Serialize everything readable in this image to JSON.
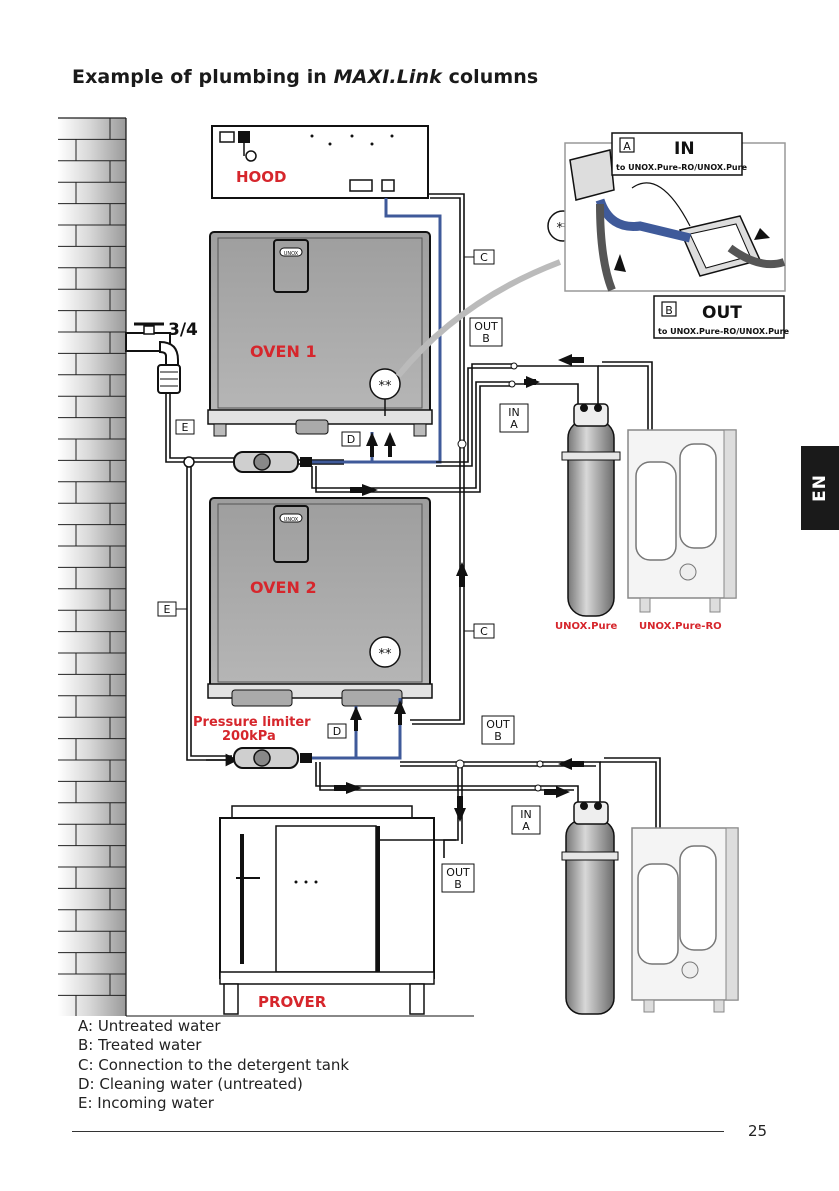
{
  "page": {
    "title_prefix": "Example of plumbing in ",
    "title_brand": "MAXI.Link",
    "title_suffix": " columns",
    "language_tab": "EN",
    "page_number": "25"
  },
  "diagram": {
    "hood_label": "HOOD",
    "oven1_label": "OVEN 1",
    "oven2_label": "OVEN 2",
    "prover_label": "PROVER",
    "faucet_size": "3/4",
    "pressure_limiter_label": "Pressure limiter",
    "pressure_limiter_value": "200kPa",
    "detail_marker": "**",
    "callout_in_letter": "A",
    "callout_in_title": "IN",
    "callout_in_sub": "to UNOX.Pure-RO/UNOX.Pure",
    "callout_out_letter": "B",
    "callout_out_title": "OUT",
    "callout_out_sub": "to UNOX.Pure-RO/UNOX.Pure",
    "tag_a": "A",
    "tag_b": "B",
    "tag_c": "C",
    "tag_d": "D",
    "tag_e": "E",
    "tag_in": "IN",
    "tag_out": "OUT",
    "unox_pure_label": "UNOX.Pure",
    "unox_pure_ro_label": "UNOX.Pure-RO",
    "oven_logo": "UNOX"
  },
  "legend": [
    "A: Untreated water",
    "B: Treated water",
    "C: Connection to the detergent tank",
    "D: Cleaning water (untreated)",
    "E: Incoming water"
  ],
  "colors": {
    "accent_red": "#d6262c",
    "treated_blue": "#3f5a9a",
    "appliance_gray": "#a9a9a9",
    "line_dark": "#1a1a1a"
  }
}
